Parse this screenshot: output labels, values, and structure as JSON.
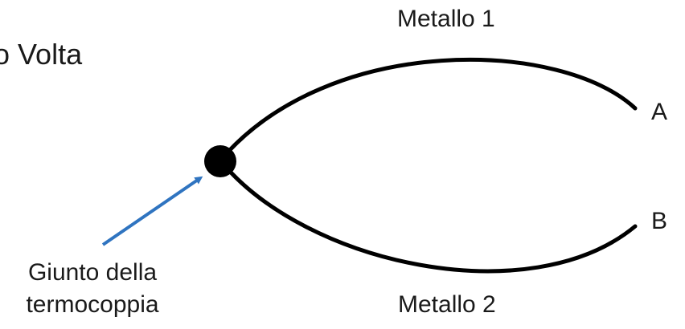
{
  "title_fragment": "o Volta",
  "labels": {
    "metal_1": "Metallo 1",
    "metal_2": "Metallo 2",
    "end_a": "A",
    "end_b": "B",
    "junction_line1": "Giunto della",
    "junction_line2": "termocoppia"
  },
  "colors": {
    "background": "#ffffff",
    "wire": "#000000",
    "junction_dot": "#000000",
    "arrow": "#2f74c0",
    "text": "#1a1a1a"
  }
}
